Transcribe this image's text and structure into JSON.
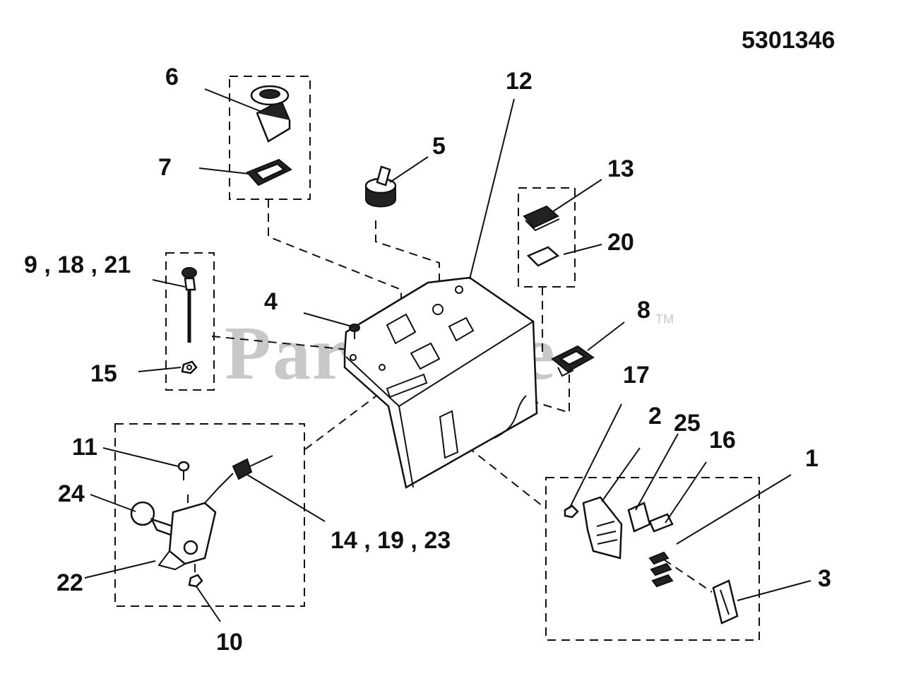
{
  "diagram_code": "5301346",
  "watermark": "PartsTree",
  "watermark_mark": "TM",
  "callouts": {
    "c1": "1",
    "c2": "2",
    "c3": "3",
    "c4": "4",
    "c5": "5",
    "c6": "6",
    "c7": "7",
    "c8": "8",
    "c9_18_21": "9 , 18 , 21",
    "c10": "10",
    "c11": "11",
    "c12": "12",
    "c13": "13",
    "c14_19_23": "14 , 19 , 23",
    "c15": "15",
    "c16": "16",
    "c17": "17",
    "c20": "20",
    "c22": "22",
    "c24": "24",
    "c25": "25"
  }
}
